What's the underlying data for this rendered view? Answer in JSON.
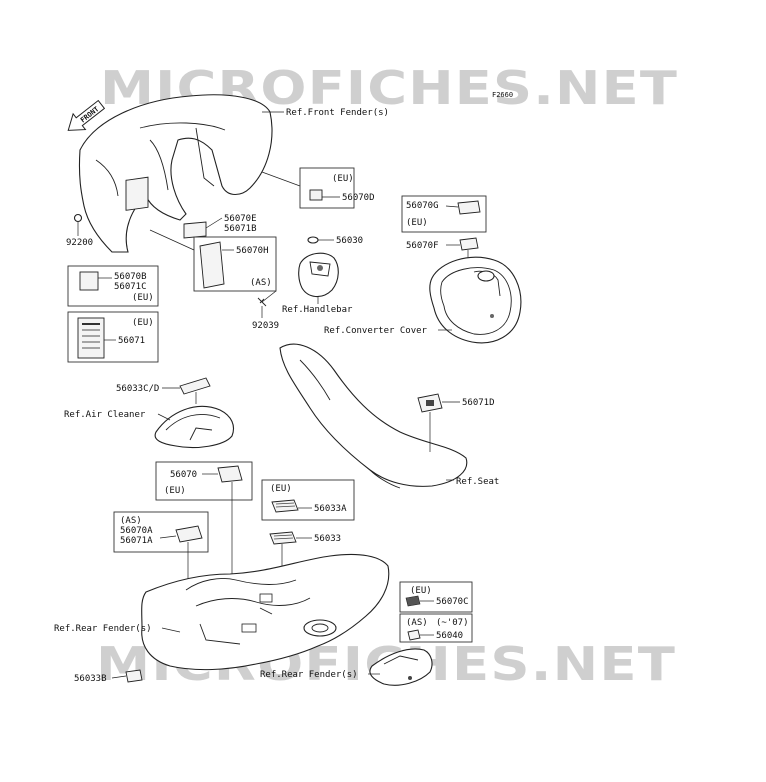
{
  "watermark": {
    "top": "MICROFICHES.NET",
    "bottom": "MICROFICHES.NET"
  },
  "figure_code": "F2660",
  "front_arrow": "FRONT",
  "refs": {
    "front_fender": "Ref.Front Fender(s)",
    "handlebar": "Ref.Handlebar",
    "converter_cover": "Ref.Converter Cover",
    "air_cleaner": "Ref.Air Cleaner",
    "seat": "Ref.Seat",
    "rear_fender_left": "Ref.Rear Fender(s)",
    "rear_fender_right": "Ref.Rear Fender(s)"
  },
  "labels": {
    "eu_front": "(EU)",
    "p56070D": "56070D",
    "p56070E": "56070E",
    "p56071B": "56071B",
    "p56070H": "56070H",
    "as_front": "(AS)",
    "p92200": "92200",
    "p56070B": "56070B",
    "p56071C": "56071C",
    "eu_b": "(EU)",
    "eu_56071": "(EU)",
    "p56071": "56071",
    "p56030": "56030",
    "p92039": "92039",
    "p56070G": "56070G",
    "eu_g": "(EU)",
    "p56070F": "56070F",
    "p56033CD": "56033C/D",
    "p56071D": "56071D",
    "p56070": "56070",
    "eu_56070": "(EU)",
    "eu_56033A": "(EU)",
    "p56033A": "56033A",
    "as_56070A": "(AS)",
    "p56070A": "56070A",
    "p56071A": "56071A",
    "p56033": "56033",
    "eu_56070C": "(EU)",
    "p56070C": "56070C",
    "as_56040": "(AS)",
    "year_56040": "(~'07)",
    "p56040": "56040",
    "p56033B": "56033B"
  }
}
